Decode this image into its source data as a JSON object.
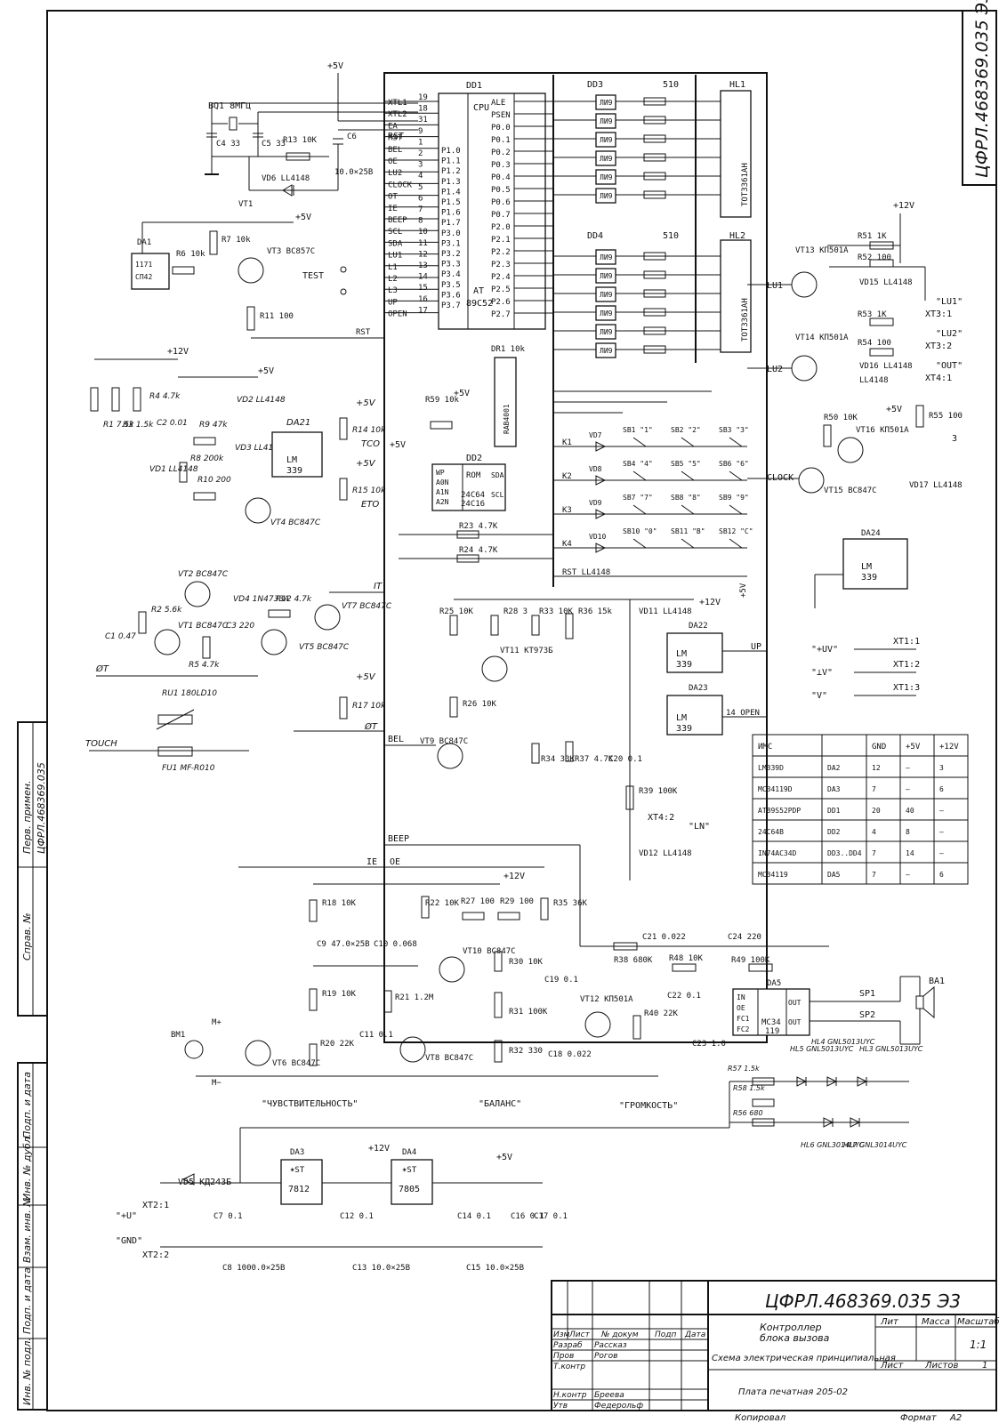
{
  "doc": {
    "code": "ЦФРЛ.468369.035 Э3",
    "title_line1": "Контроллер",
    "title_line2": "блока вызова",
    "doc_type": "Схема электрическая принципиальная",
    "pcb": "Плата печатная 205-02",
    "copied": "Копировал",
    "format_label": "Формат",
    "format": "A2"
  },
  "title_block": {
    "col_labels": [
      "Изм",
      "Лист",
      "№ докум",
      "Подп",
      "Дата"
    ],
    "roles": [
      "Разраб",
      "Пров",
      "Т.контр",
      "Н.контр",
      "Утв"
    ],
    "names": [
      "Рассказ",
      "Рогов",
      "Бреева",
      "Федерольф"
    ],
    "lit": "Лит",
    "mass": "Масса",
    "scale": "Масштаб",
    "scale_val": "1:1",
    "sheet": "Лист",
    "sheets": "Листов",
    "sheets_val": "1"
  },
  "side_stamps": [
    "Перв. примен.",
    "ЦФРЛ.468369.035",
    "Справ. №",
    "Подп. и дата",
    "Инв. № дубл.",
    "Взам. инв. №",
    "Подп. и дата",
    "Инв. № подл."
  ],
  "chips": {
    "dd1": {
      "ref": "DD1",
      "unit": "CPU",
      "type": "AT",
      "type2": "89C52",
      "left_pins": [
        "XTL1",
        "XTL2",
        "EA",
        "RST",
        "BEL",
        "OE",
        "LU2",
        "CLOCK",
        "OT",
        "IE",
        "BEEP",
        "SCL",
        "SDA",
        "LU1",
        "L1",
        "L2",
        "L3",
        "UP",
        "OPEN"
      ],
      "left_nums": [
        "19",
        "18",
        "31",
        "9",
        "1",
        "2",
        "3",
        "4",
        "5",
        "6",
        "7",
        "8",
        "10",
        "11",
        "12",
        "13",
        "14",
        "15",
        "16",
        "17"
      ],
      "right_pins": [
        "ALE",
        "PSEN",
        "P0.0",
        "P0.1",
        "P0.2",
        "P0.3",
        "P0.4",
        "P0.5",
        "P0.6",
        "P0.7",
        "P2.0",
        "P2.1",
        "P2.2",
        "P2.3",
        "P2.4",
        "P2.5",
        "P2.6",
        "P2.7"
      ],
      "ports_left": [
        "P1.0",
        "P1.1",
        "P1.2",
        "P1.3",
        "P1.4",
        "P1.5",
        "P1.6",
        "P1.7",
        "P3.0",
        "P3.1",
        "P3.2",
        "P3.3",
        "P3.4",
        "P3.5",
        "P3.6",
        "P3.7"
      ]
    },
    "dd3": {
      "ref": "DD3",
      "gate": "ЛИ9"
    },
    "dd4": {
      "ref": "DD4",
      "gate": "ЛИ9"
    },
    "hl1": {
      "ref": "HL1",
      "type": "TOT3361AH"
    },
    "hl2": {
      "ref": "HL2",
      "type": "TOT3361AH"
    },
    "dd2": {
      "ref": "DD2",
      "unit": "ROM",
      "type": "24C64",
      "type2": "24C16",
      "pins": [
        "WP",
        "A0N",
        "A1N",
        "A2N"
      ],
      "out": [
        "SDA",
        "SCL"
      ]
    },
    "dr1": {
      "ref": "DR1 10k",
      "type": "RAB4001"
    },
    "da21": {
      "ref": "DA21",
      "type": "LM",
      "type2": "339"
    },
    "da22": {
      "ref": "DA22",
      "type": "LM",
      "type2": "339"
    },
    "da23": {
      "ref": "DA23",
      "type": "LM",
      "type2": "339"
    },
    "da24": {
      "ref": "DA24",
      "type": "LM",
      "type2": "339"
    },
    "da5": {
      "ref": "DA5",
      "type": "MC34",
      "type2": "119",
      "pins": [
        "IN",
        "OE",
        "FC1",
        "FC2"
      ],
      "out": [
        "OUT",
        "OUT"
      ]
    },
    "da3": {
      "ref": "DA3",
      "type": "7812"
    },
    "da4": {
      "ref": "DA4",
      "type": "7805"
    },
    "da1": {
      "ref": "DA1",
      "type": "1171",
      "type2": "СП42"
    }
  },
  "labels": {
    "p5v": "+5V",
    "p12v": "+12V",
    "test": "TEST",
    "rst": "RST",
    "touch": "TOUCH",
    "ot": "ØT",
    "bel": "BEL",
    "beep": "BEEP",
    "ie": "IE",
    "oe": "OE",
    "clock": "CLOCK",
    "up": "UP",
    "open": "14 OPEN",
    "it": "IT",
    "tco": "TCO",
    "eto": "ETO",
    "bq1": "BQ1 8МГц",
    "res510": "510",
    "lu1": "\"LU1\"",
    "lu2": "\"LU2\"",
    "out": "\"OUT\"",
    "ln": "\"LN\"",
    "uv": "\"+UV\"",
    "gnd_sym": "\"⊥V\"",
    "v": "\"V\"",
    "xt31": "XT3:1",
    "xt32": "XT3:2",
    "xt41": "XT4:1",
    "xt42": "XT4:2",
    "xt11": "XT1:1",
    "xt12": "XT1:2",
    "xt13": "XT1:3",
    "xt21": "XT2:1",
    "xt22": "XT2:2",
    "u_in": "\"+U\"",
    "gnd_in": "\"GND\"",
    "sens": "\"ЧУВСТВИТЕЛЬНОСТЬ\"",
    "bal": "\"БАЛАНС\"",
    "vol": "\"ГРОМКОСТЬ\"",
    "bm1": "BM1",
    "ba1": "BA1",
    "sp1": "SP1",
    "sp2": "SP2",
    "mp": "M+",
    "mm": "M−"
  },
  "components": {
    "vt1": "VT1",
    "vt3": "VT3 BC857C",
    "vt13": "VT13 КП501А",
    "vt14": "VT14 КП501А",
    "vt16": "VT16 КП501А",
    "vt15": "VT15 BC847C",
    "vd15": "VD15 LL4148",
    "vd16": "VD16 LL4148",
    "vd17": "VD17 LL4148",
    "r51": "R51 1K",
    "r52": "R52 100",
    "r53": "R53 1K",
    "r54": "R54 100",
    "r55": "R55 100",
    "r50": "R50 10K",
    "r13": "R13 10K",
    "vd6": "VD6 LL4148",
    "c6": "10.0×25В",
    "c4": "C4 33",
    "c5": "C5 33",
    "r7": "R7 10k",
    "r6": "R6 10k",
    "r11": "R11 100",
    "r59": "R59 10k",
    "r23": "R23 4.7K",
    "r24": "R24 4.7K",
    "r1": "R1 7.5k",
    "r3": "R3 1.5k",
    "r4": "R4 4.7k",
    "c2": "C2 0.01",
    "vd1": "VD1 LL4148",
    "r9": "R9 47k",
    "r8": "R8 200k",
    "r10": "R10 200",
    "vd2": "VD2 LL4148",
    "vd3": "VD3 LL4148",
    "r14": "R14 10k",
    "r15": "R15 10k",
    "vt4": "VT4 BC847C",
    "vt2": "VT2 BC847C",
    "vt1b": "VT1 BC847C",
    "r2": "R2 5.6k",
    "c1": "C1 0.47",
    "r5": "R5 4.7k",
    "vd4": "VD4 1N4733A",
    "c3": "C3 220",
    "r12": "R12 4.7k",
    "vt5": "VT5 BC847C",
    "vt7": "VT7 BC847C",
    "r17": "R17 10k",
    "ru1": "RU1 180LD10",
    "fu1": "FU1 MF-R010",
    "r25": "R25 10K",
    "r28": "R28 3",
    "r33": "R33 10K",
    "r36": "R36 15k",
    "vd11": "VD11 LL4148",
    "vt11": "VT11 KT973Б",
    "r26": "R26 10K",
    "vt9": "VT9 BC847C",
    "r34": "R34 33K",
    "r37": "R37 4.7K",
    "c20": "C20 0.1",
    "r39": "R39 100K",
    "vd12": "VD12 LL4148",
    "r18": "R18 10K",
    "r22": "R22 10K",
    "r27": "R27 100",
    "r29": "R29 100",
    "r35": "R35 36K",
    "c9": "C9 47.0×25В",
    "c10": "C10 0.068",
    "vt10": "VT10 BC847C",
    "r30": "R30 10K",
    "r19": "R19 10K",
    "r21": "R21 1.2M",
    "r31": "R31 100K",
    "c19": "C19 0.1",
    "vt12": "VT12 КП501А",
    "r20": "R20 22K",
    "c11": "C11 0.1",
    "vt6": "VT6 BC847C",
    "vt8": "VT8 BC847C",
    "r32": "R32 330",
    "c18": "C18 0.022",
    "r38": "R38 680K",
    "c21": "C21 0.022",
    "c24": "C24 220",
    "r48": "R48 10K",
    "r49": "R49 100K",
    "c22": "C22 0.1",
    "r40": "R40 22K",
    "c23": "C23 1.0",
    "vd5": "VD5 КД243Б",
    "c7": "C7 0.1",
    "c8": "C8 1000.0×25В",
    "c12": "C12 0.1",
    "c13": "C13 10.0×25В",
    "c14": "C14 0.1",
    "c15": "C15 10.0×25В",
    "c16": "C16 0.1",
    "c17": "C17 0.1",
    "hl5": "HL5 GNL5013UYC",
    "hl4": "HL4 GNL5013UYC",
    "hl3": "HL3 GNL5013UYC",
    "hl6": "HL6 GNL3014UYC",
    "hl7": "HL7 GNL3014UYC",
    "r57": "R57 1.5k",
    "r58": "R58 1.5k",
    "r56": "R56 680"
  },
  "keypad": {
    "rows": [
      "K1",
      "K2",
      "K3",
      "K4"
    ],
    "diodes": [
      "VD7",
      "VD8",
      "VD9",
      "VD10"
    ],
    "buttons": [
      "SB1 \"1\"",
      "SB2 \"2\"",
      "SB3 \"3\"",
      "SB4 \"4\"",
      "SB5 \"5\"",
      "SB6 \"6\"",
      "SB7 \"7\"",
      "SB8 \"8\"",
      "SB9 \"9\"",
      "SB10 \"0\"",
      "SB11 \"B\"",
      "SB12 \"C\""
    ]
  },
  "ic_table": {
    "headers": [
      "ИМС",
      "",
      "GND",
      "+5V",
      "+12V"
    ],
    "rows": [
      [
        "LM339D",
        "DA2",
        "12",
        "–",
        "3"
      ],
      [
        "MC34119D",
        "DA3",
        "7",
        "–",
        "6"
      ],
      [
        "AT89S52PDP",
        "DD1",
        "20",
        "40",
        "–"
      ],
      [
        "24C64B",
        "DD2",
        "4",
        "8",
        "–"
      ],
      [
        "IN74AC34D",
        "DD3..DD4",
        "7",
        "14",
        "–"
      ],
      [
        "MC34119",
        "DA5",
        "7",
        "–",
        "6"
      ]
    ]
  }
}
